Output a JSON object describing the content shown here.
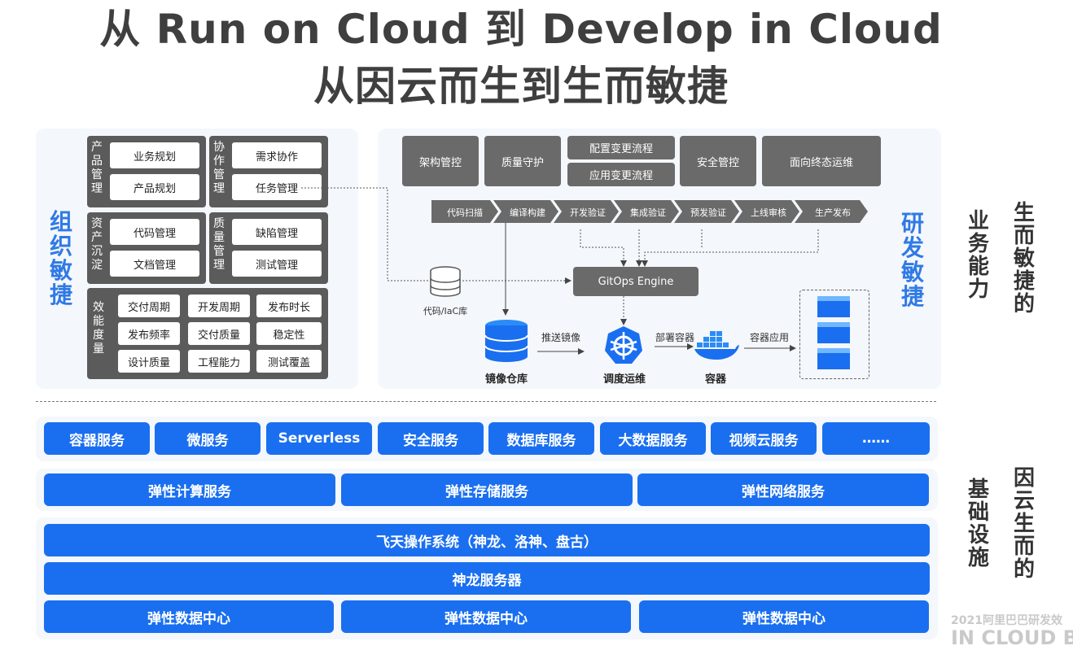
{
  "title": {
    "line1": "从 Run on Cloud 到 Develop in Cloud",
    "line2": "从因云而生到生而敏捷"
  },
  "left_panel": {
    "side_label": "组织敏捷",
    "groups": [
      {
        "label": "产品管理",
        "items": [
          "业务规划",
          "产品规划"
        ]
      },
      {
        "label": "协作管理",
        "items": [
          "需求协作",
          "任务管理"
        ]
      },
      {
        "label": "资产沉淀",
        "items": [
          "代码管理",
          "文档管理"
        ]
      },
      {
        "label": "质量管理",
        "items": [
          "缺陷管理",
          "测试管理"
        ]
      }
    ],
    "metrics": {
      "label": "效能度量",
      "items": [
        "交付周期",
        "开发周期",
        "发布时长",
        "发布频率",
        "交付质量",
        "稳定性",
        "设计质量",
        "工程能力",
        "测试覆盖"
      ]
    }
  },
  "right_panel": {
    "side_label": "研发敏捷",
    "top_boxes": [
      "架构管控",
      "质量守护",
      "配置变更流程",
      "应用变更流程",
      "安全管控",
      "面向终态运维"
    ],
    "pipeline": [
      "代码扫描",
      "编译构建",
      "开发验证",
      "集成验证",
      "预发验证",
      "上线审核",
      "生产发布"
    ],
    "gitops": "GitOps Engine",
    "repo_label": "代码/IaC库",
    "image_repo": "镜像仓库",
    "push_label": "推送镜像",
    "schedule": "调度运维",
    "deploy_label": "部署容器",
    "container": "容器",
    "app_label": "容器应用"
  },
  "right_side": {
    "biz": "业务能力",
    "born_agile": "生而敏捷的",
    "infra": "基础设施",
    "cloud_born": "因云生而的"
  },
  "services_row1": [
    "容器服务",
    "微服务",
    "Serverless",
    "安全服务",
    "数据库服务",
    "大数据服务",
    "视频云服务",
    "……"
  ],
  "services_row2": [
    "弹性计算服务",
    "弹性存储服务",
    "弹性网络服务"
  ],
  "infra_rows": {
    "os": "飞天操作系统（神龙、洛神、盘古）",
    "server": "神龙服务器",
    "dc": [
      "弹性数据中心",
      "弹性数据中心",
      "弹性数据中心"
    ]
  },
  "watermark": {
    "line1": "2021阿里巴巴研发效",
    "line2": "IN CLOUD BE A"
  },
  "colors": {
    "accent": "#1a6ff0",
    "side_blue": "#2f7ae5",
    "dark_box": "#5b5b5b"
  }
}
